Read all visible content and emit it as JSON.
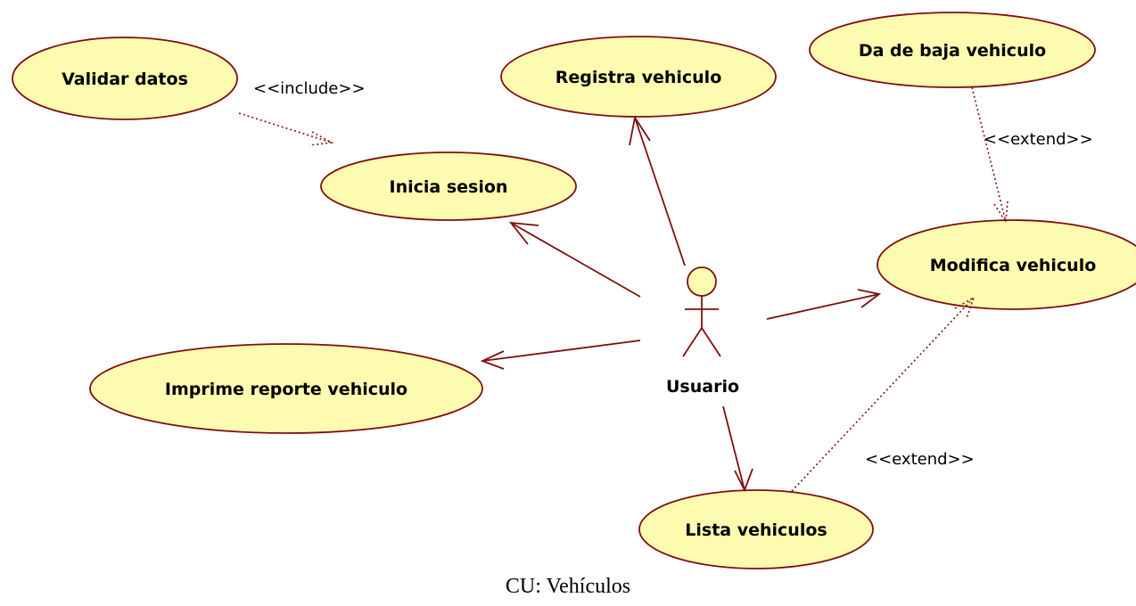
{
  "colors": {
    "line": "#7f0f0f",
    "usecase_fill": "#fdfbb0",
    "actor_fill": "#fdfbb0"
  },
  "actor": {
    "label": "Usuario"
  },
  "use_cases": {
    "validar": "Validar datos",
    "inicia": "Inicia sesion",
    "registra": "Registra vehiculo",
    "baja": "Da de baja vehiculo",
    "modifica": "Modifica vehiculo",
    "imprime": "Imprime reporte vehiculo",
    "lista": "Lista vehiculos"
  },
  "relations": {
    "include": "<<include>>",
    "extend_baja": "<<extend>>",
    "extend_lista": "<<extend>>"
  },
  "caption": "CU: Vehículos"
}
